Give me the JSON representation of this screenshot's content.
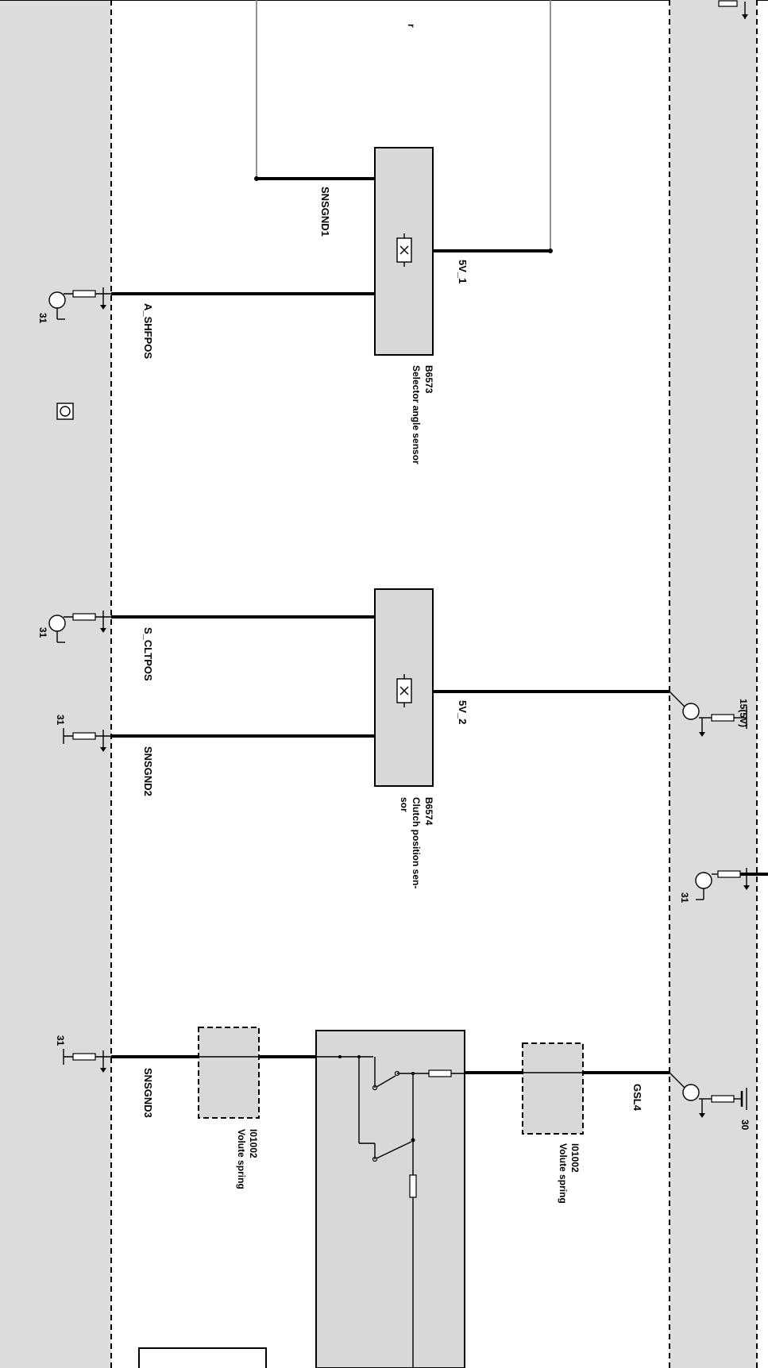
{
  "colors": {
    "background": "#ffffff",
    "control_unit_fill": "#dcdcdc",
    "component_fill": "#d8d8d8",
    "wire": "#000000",
    "signal_wire": "#7a7a7a"
  },
  "icons": [
    "transistor-icon",
    "resistor-icon",
    "ground-icon",
    "hall-sensor-icon",
    "switch-icon",
    "battery-icon"
  ],
  "top_fragment": "r",
  "sensors": {
    "b6573": {
      "id": "B6573",
      "name": "Selector angle sensor"
    },
    "b6574": {
      "id": "B6574",
      "name_line1": "Clutch position sen-",
      "name_line2": "sor"
    }
  },
  "volute_springs": {
    "upper": {
      "id": "I01002",
      "name": "Volute spring"
    },
    "lower": {
      "id": "I01002",
      "name": "Volute spring"
    }
  },
  "wires": {
    "snsgnd1": "SNSGND1",
    "five_v_1": "5V_1",
    "a_shfpos": "A_SHFPOS",
    "s_cltpos": "S_CLTPOS",
    "five_v_2": "5V_2",
    "snsgnd2": "SNSGND2",
    "snsgnd3": "SNSGND3",
    "gsl4": "GSL4"
  },
  "pins": {
    "ground_31": "31",
    "supply_15_5v": "15(5V)",
    "supply_30": "30"
  }
}
